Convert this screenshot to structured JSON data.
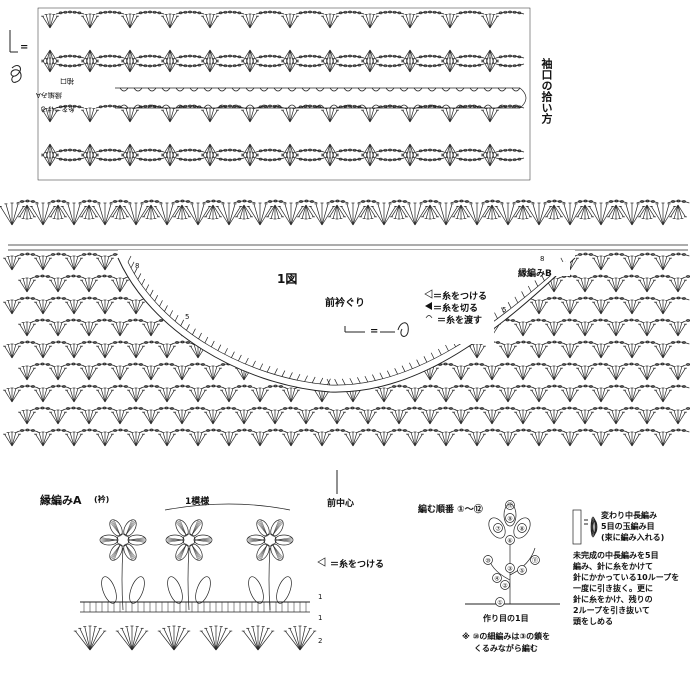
{
  "sleeve": {
    "title": "袖口の拾い方",
    "label_cuff": "袖口",
    "label_edge_a": "縁編みA",
    "label_yarn": "糸をつける"
  },
  "fig1": {
    "title": "1図",
    "neckline": "前衿ぐり",
    "edge_b": "縁編みB",
    "row_8_left": "8",
    "row_8_right": "8",
    "row_5_left": "5",
    "row_5_right": "5",
    "front_center": "前中心"
  },
  "legend": {
    "attach": "＝糸をつける",
    "cut": "＝糸を切る",
    "pass": "＝糸を渡す",
    "equals": "="
  },
  "edge_a": {
    "title": "縁編みA",
    "subtitle": "(衿)",
    "repeat": "1模様",
    "attach": "＝糸をつける",
    "row_1": "1",
    "row_2": "2"
  },
  "order": {
    "title": "編む順番 ①～⑫",
    "first_row": "作り目の1目",
    "note_line1": "※ ⑩の細編みは③の鎖を",
    "note_line2": "くるみながら編む",
    "stitch_name_1": "変わり中長編み",
    "stitch_name_2": "5目の玉編み目",
    "stitch_name_3": "(束に編み入れる)",
    "desc_1": "未完成の中長編みを5目",
    "desc_2": "編み、針に糸をかけて",
    "desc_3": "針にかかっている10ループを",
    "desc_4": "一度に引き抜く。更に",
    "desc_5": "針に糸をかけ、残りの",
    "desc_6": "2ループを引き抜いて",
    "desc_7": "頭をしめる",
    "circled": [
      "①",
      "②",
      "③",
      "④",
      "⑤",
      "⑥",
      "⑦",
      "⑧",
      "⑨",
      "⑩",
      "⑪",
      "⑫"
    ]
  }
}
